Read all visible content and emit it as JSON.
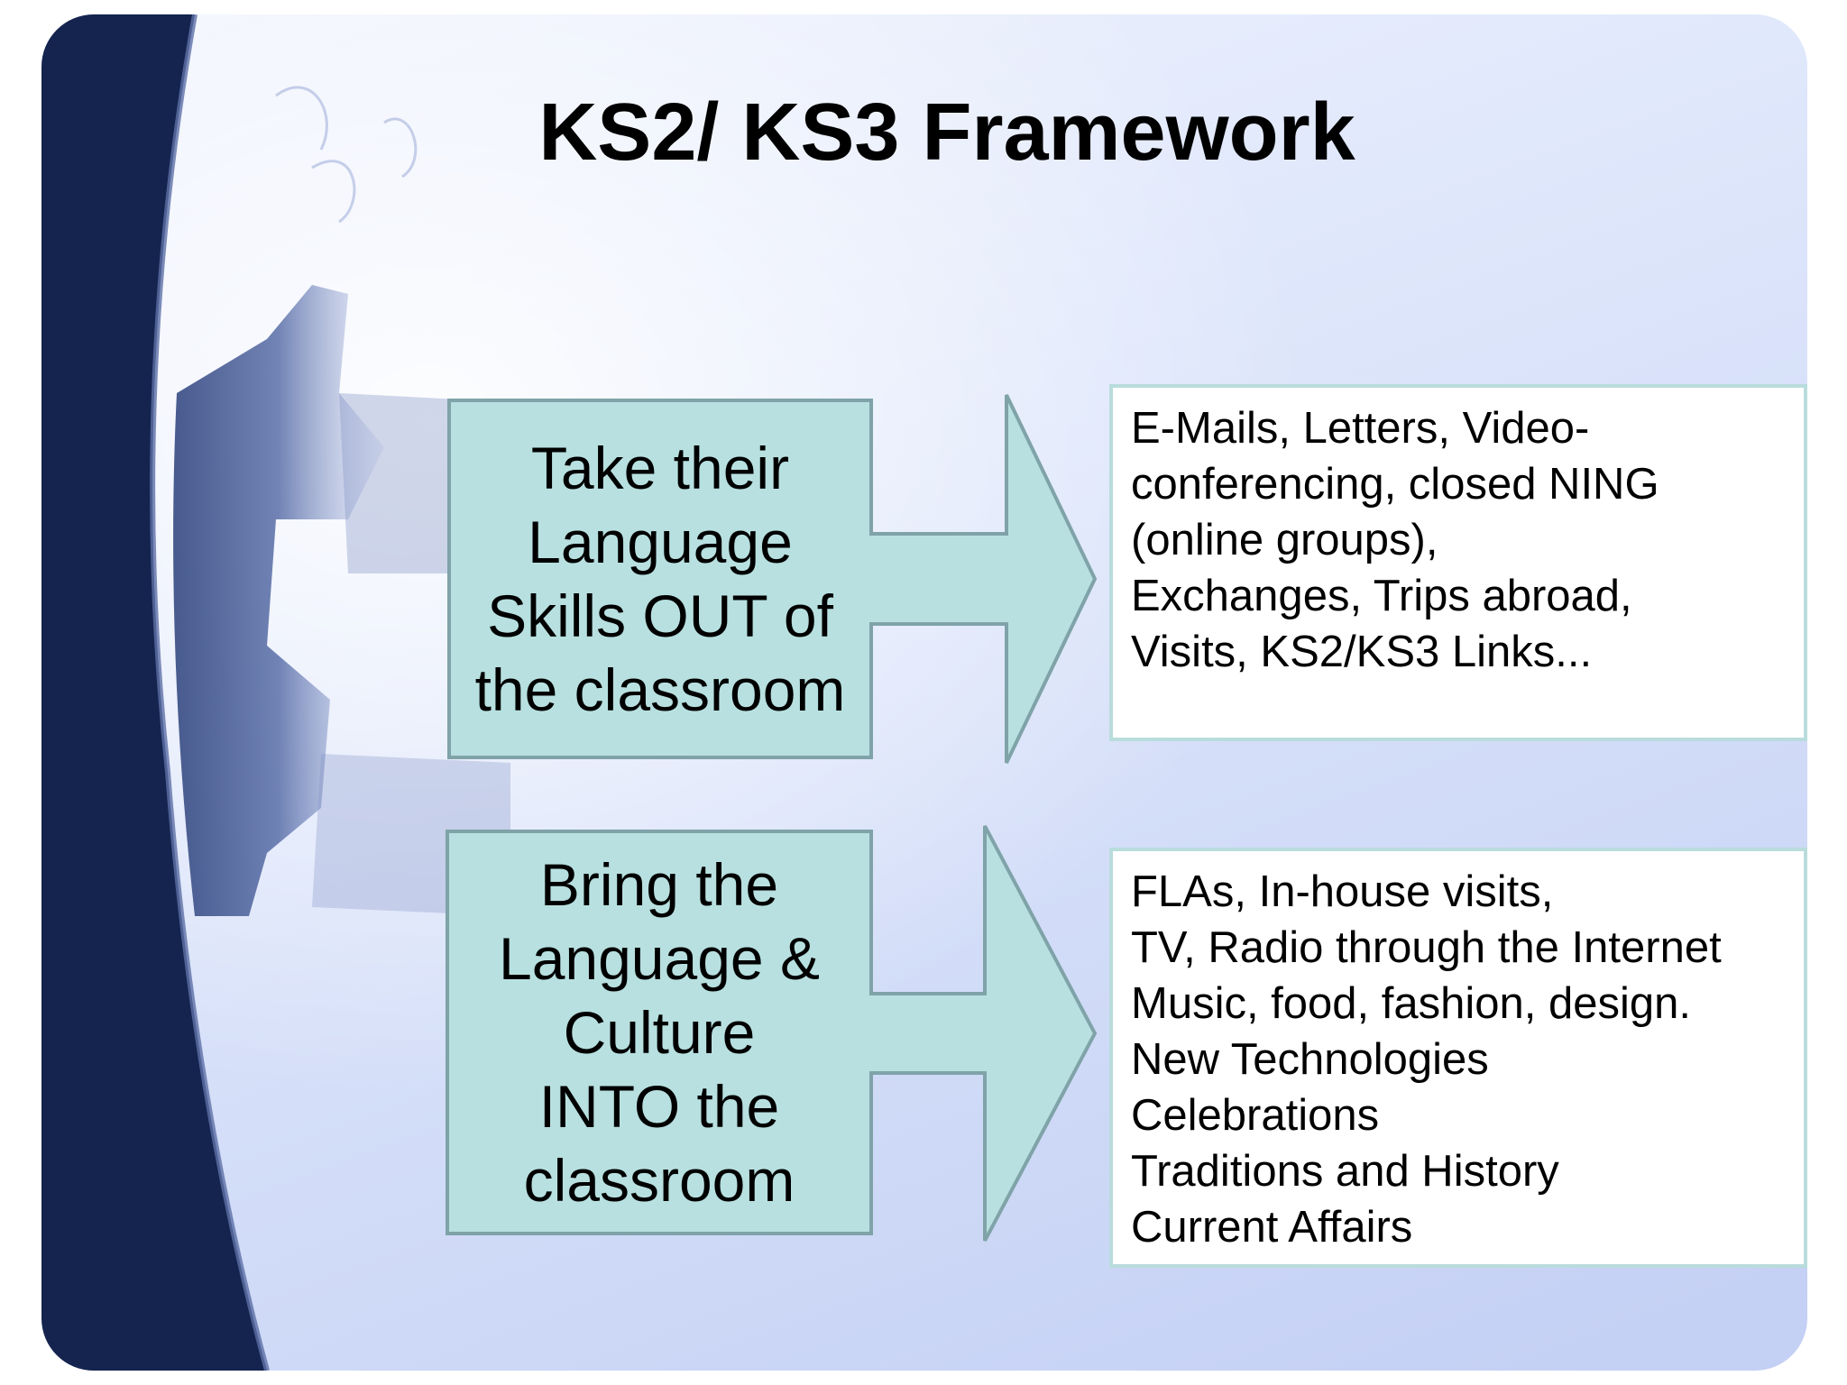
{
  "title": "KS2/ KS3 Framework",
  "rows": [
    {
      "left_lines": [
        "Take their",
        "Language",
        "Skills OUT of",
        "the classroom"
      ],
      "right_lines": [
        "E-Mails, Letters, Video-",
        "conferencing, closed NING",
        "(online groups),",
        "Exchanges, Trips abroad,",
        "Visits, KS2/KS3 Links..."
      ]
    },
    {
      "left_lines": [
        "Bring the",
        "Language &",
        "Culture",
        "INTO the",
        "classroom"
      ],
      "right_lines": [
        "FLAs, In-house visits,",
        "TV, Radio through the Internet",
        "Music, food, fashion, design.",
        "New Technologies",
        "Celebrations",
        "Traditions and History",
        "Current Affairs"
      ]
    }
  ],
  "colors": {
    "arrow_fill": "#b8e0e0",
    "arrow_stroke": "#7fa3a8",
    "box_border": "#b9dcdc",
    "slide_dark": "#14244e"
  }
}
